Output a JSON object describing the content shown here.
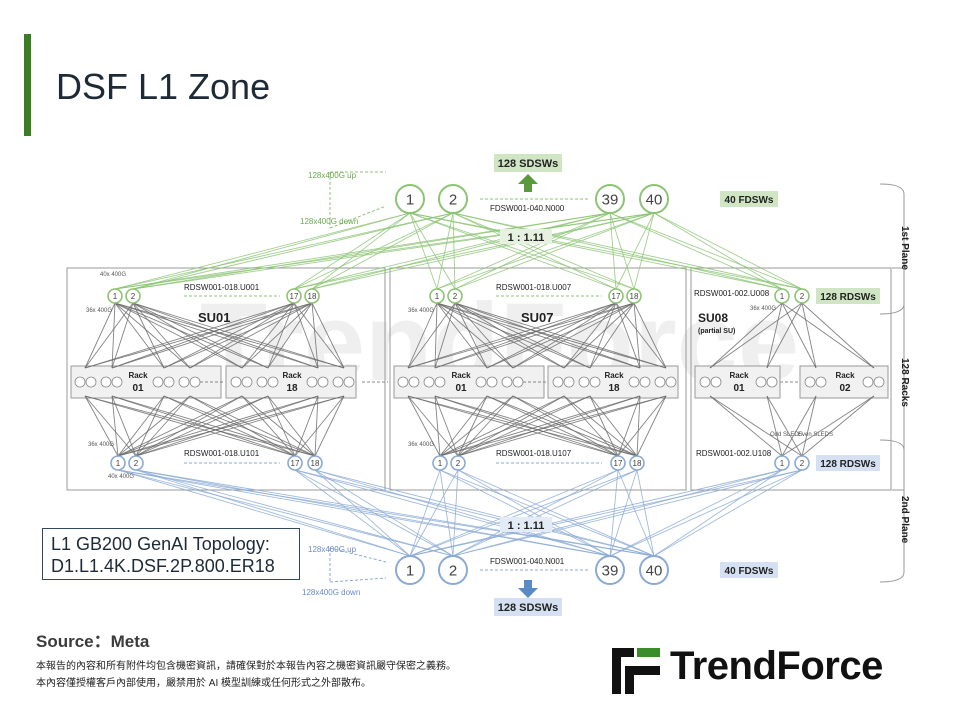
{
  "title": "DSF L1 Zone",
  "topology_label": {
    "line1": "L1 GB200 GenAI Topology:",
    "line2": "D1.L1.4K.DSF.2P.800.ER18"
  },
  "source": "Source：Meta",
  "disclaimer": {
    "line1": "本報告的內容和所有附件均包含機密資訊，請確保對於本報告內容之機密資訊嚴守保密之義務。",
    "line2": "本內容僅授權客戶內部使用，嚴禁用於 AI 模型訓練或任何形式之外部散布。"
  },
  "logo": {
    "text": "TrendForce",
    "watermark": "TrendForce"
  },
  "diagram": {
    "top_sdsw": "128 SDSWs",
    "bottom_sdsw": "128 SDSWs",
    "up_link_top": "128x400G up",
    "down_link_top": "128x400G down",
    "up_link_bottom": "128x400G up",
    "down_link_bottom": "128x400G down",
    "fdsw_top_name": "FDSW001-040.N000",
    "fdsw_bottom_name": "FDSW001-040.N001",
    "fdsw_top_count": "40 FDSWs",
    "fdsw_bottom_count": "40 FDSWs",
    "ratio_top": "1 : 1.11",
    "ratio_bottom": "1 : 1.11",
    "fdsw_nodes": [
      "1",
      "2",
      "39",
      "40"
    ],
    "plane1": "1st Plane",
    "plane2": "2nd Plane",
    "racks_label": "128 Racks",
    "rdsw_top_count": "128 RDSWs",
    "rdsw_bottom_count": "128 RDSWs",
    "su": [
      {
        "name": "SU01",
        "sub": "",
        "rdsw_top": "RDSW001-018.U001",
        "rdsw_bottom": "RDSW001-018.U101",
        "top_nodes": [
          "1",
          "2",
          "17",
          "18"
        ],
        "bottom_nodes": [
          "1",
          "2",
          "17",
          "18"
        ],
        "racks": [
          {
            "label": "Rack",
            "num": "01"
          },
          {
            "label": "Rack",
            "num": "18"
          }
        ]
      },
      {
        "name": "SU07",
        "sub": "",
        "rdsw_top": "RDSW001-018.U007",
        "rdsw_bottom": "RDSW001-018.U107",
        "top_nodes": [
          "1",
          "2",
          "17",
          "18"
        ],
        "bottom_nodes": [
          "1",
          "2",
          "17",
          "18"
        ],
        "racks": [
          {
            "label": "Rack",
            "num": "01"
          },
          {
            "label": "Rack",
            "num": "18"
          }
        ]
      },
      {
        "name": "SU08",
        "sub": "(partial SU)",
        "rdsw_top": "RDSW001-002.U008",
        "rdsw_bottom": "RDSW001-002.U108",
        "top_nodes": [
          "1",
          "2"
        ],
        "bottom_nodes": [
          "1",
          "2"
        ],
        "racks": [
          {
            "label": "Rack",
            "num": "01"
          },
          {
            "label": "Rack",
            "num": "02"
          }
        ]
      }
    ],
    "link_40x400g": "40x 400G",
    "link_36x400g": "36x 400G",
    "odd_sleds": "Odd SLEDS",
    "even_sleds": "Even SLEDS"
  },
  "colors": {
    "green": "#8cc474",
    "blue": "#8aaad4",
    "title_bar": "#3b7d23"
  }
}
